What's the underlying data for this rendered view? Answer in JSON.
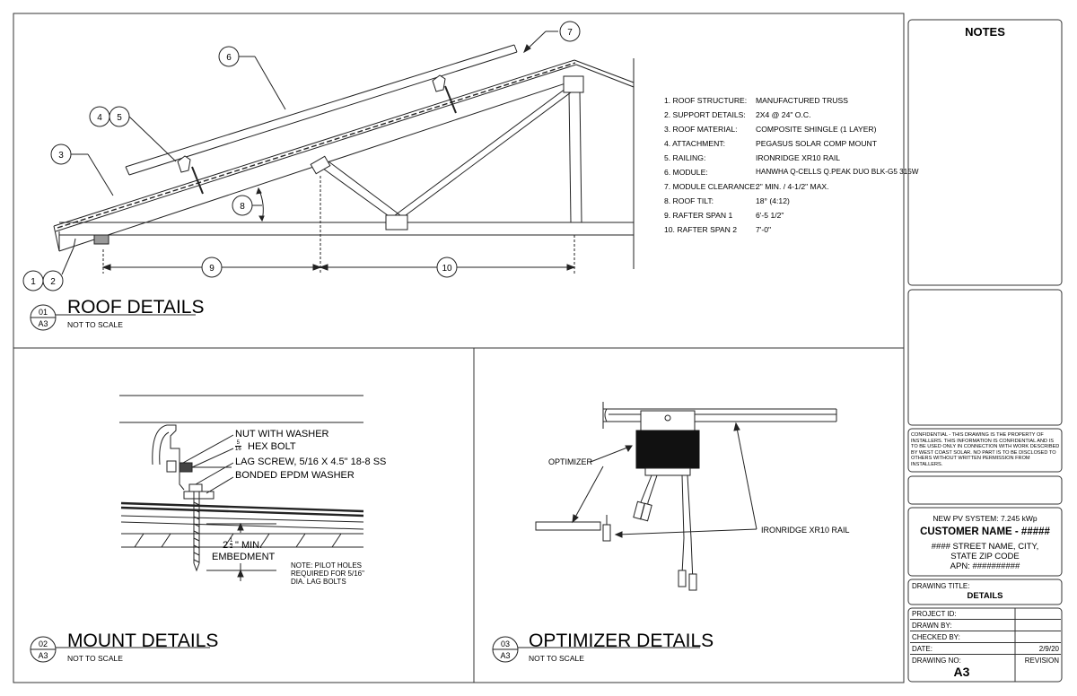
{
  "roof": {
    "title": "ROOF DETAILS",
    "number": "01",
    "sheet": "A3",
    "scale": "NOT TO SCALE",
    "callouts": [
      "1",
      "2",
      "3",
      "4",
      "5",
      "6",
      "7",
      "8",
      "9",
      "10"
    ],
    "specs": [
      {
        "label": "1. ROOF STRUCTURE:",
        "value": "MANUFACTURED TRUSS"
      },
      {
        "label": "2. SUPPORT DETAILS:",
        "value": "2X4 @ 24\" O.C."
      },
      {
        "label": "3. ROOF MATERIAL:",
        "value": "COMPOSITE SHINGLE (1 LAYER)"
      },
      {
        "label": "4. ATTACHMENT:",
        "value": "PEGASUS SOLAR COMP MOUNT"
      },
      {
        "label": "5. RAILING:",
        "value": "IRONRIDGE XR10 RAIL"
      },
      {
        "label": "6. MODULE:",
        "value": "HANWHA Q-CELLS Q.PEAK DUO BLK-G5 315W"
      },
      {
        "label": "7. MODULE CLEARANCE:",
        "value": "2\" MIN. / 4-1/2\" MAX."
      },
      {
        "label": "8. ROOF TILT:",
        "value": "18° (4:12)"
      },
      {
        "label": "9. RAFTER SPAN 1",
        "value": "6'-5 1/2\""
      },
      {
        "label": "10. RAFTER SPAN 2",
        "value": "7'-0\""
      }
    ]
  },
  "mount": {
    "title": "MOUNT DETAILS",
    "number": "02",
    "sheet": "A3",
    "scale": "NOT TO SCALE",
    "labels": {
      "nut": "NUT WITH WASHER",
      "bolt_num": "5",
      "bolt_den": "16",
      "bolt": "HEX BOLT",
      "lag": "LAG SCREW, 5/16 X 4.5\" 18-8 SS",
      "washer": "BONDED EPDM WASHER",
      "embed_whole": "2",
      "embed_num": "1",
      "embed_den": "2",
      "embed1": "\" MIN.",
      "embed2": "EMBEDMENT",
      "note1": "NOTE: PILOT HOLES",
      "note2": "REQUIRED FOR 5/16\"",
      "note3": "DIA. LAG BOLTS"
    }
  },
  "optimizer": {
    "title": "OPTIMIZER DETAILS",
    "number": "03",
    "sheet": "A3",
    "scale": "NOT TO SCALE",
    "labels": {
      "optimizer": "OPTIMIZER",
      "rail": "IRONRIDGE XR10 RAIL"
    }
  },
  "sidebar": {
    "notes_title": "NOTES",
    "confidential": "CONFIDENTIAL - THIS DRAWING IS THE PROPERTY OF INSTALLERS. THIS INFORMATION IS CONFIDENTIAL AND IS TO BE USED ONLY IN CONNECTION WITH WORK DESCRIBED BY WEST COAST SOLAR. NO PART IS TO BE DISCLOSED TO OTHERS WITHOUT WRITTEN PERMISSION FROM INSTALLERS.",
    "system": "NEW PV SYSTEM: 7.245 kWp",
    "customer": "CUSTOMER NAME - #####",
    "address1": "#### STREET NAME, CITY,",
    "address2": "STATE ZIP CODE",
    "apn": "APN: ##########",
    "drawing_title_label": "DRAWING TITLE:",
    "drawing_title": "DETAILS",
    "project_id_label": "PROJECT ID:",
    "drawn_by_label": "DRAWN BY:",
    "checked_by_label": "CHECKED BY:",
    "date_label": "DATE:",
    "date_value": "2/9/20",
    "drawing_no_label": "DRAWING NO:",
    "drawing_no": "A3",
    "revision_label": "REVISION"
  }
}
